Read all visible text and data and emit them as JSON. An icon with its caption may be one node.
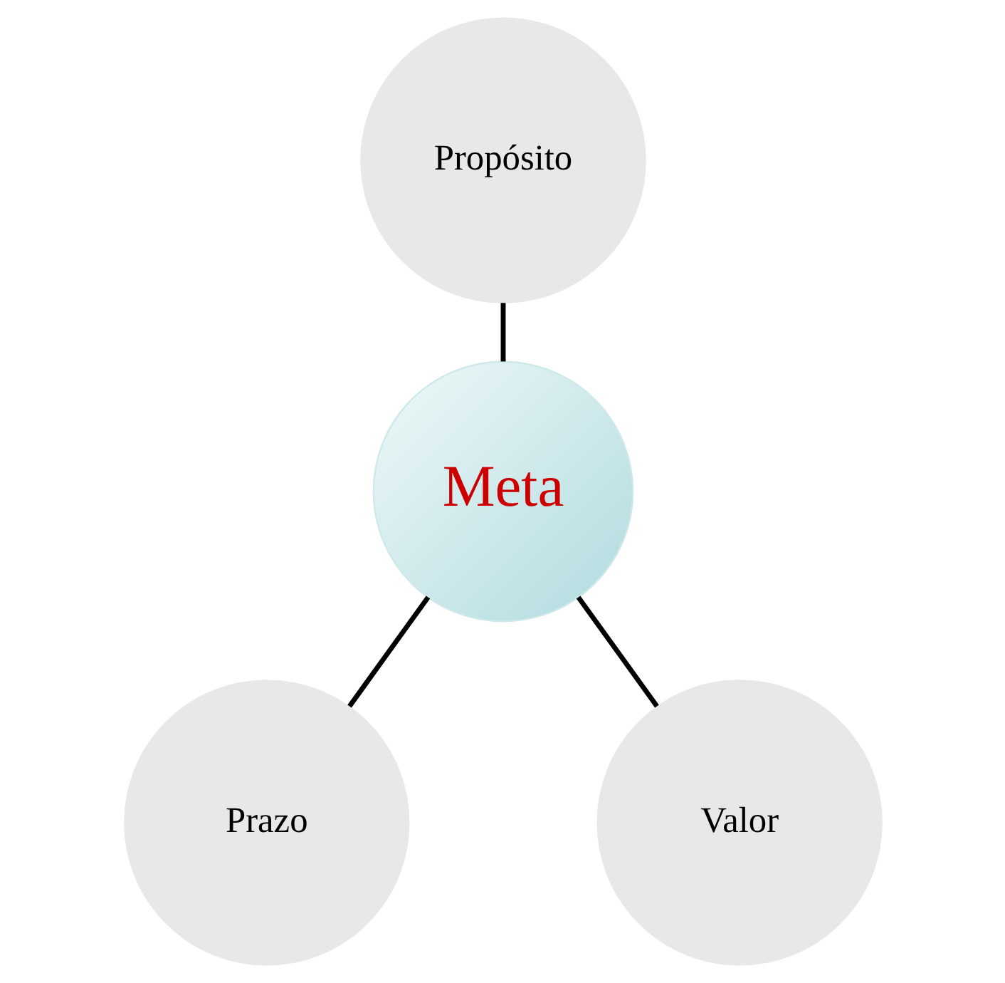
{
  "diagram": {
    "nodes": [
      {
        "text": [
          "Propósito"
        ]
      },
      {
        "text": [
          "Meta"
        ]
      },
      {
        "text": [
          "Prazo"
        ]
      },
      {
        "text": [
          "Valor"
        ]
      }
    ],
    "edges": [
      {
        "from": 0,
        "to": 1,
        "arrow": "none"
      },
      {
        "from": 1,
        "to": 2,
        "arrow": "none"
      },
      {
        "from": 1,
        "to": 3,
        "arrow": "none"
      }
    ]
  }
}
